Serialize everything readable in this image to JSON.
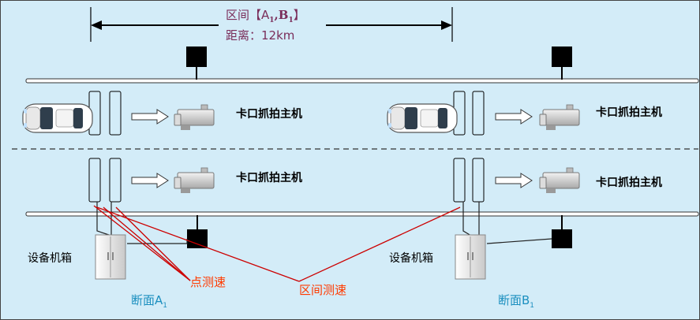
{
  "header": {
    "interval_prefix": "区间【A",
    "interval_sub_a": "1",
    "interval_sep": ",B",
    "interval_sub_b": "1",
    "interval_suffix": "】",
    "distance": "距离：12km"
  },
  "cameras": {
    "label": "卡口抓拍主机"
  },
  "equipment": {
    "label": "设备机箱"
  },
  "sections": {
    "a_text": "断面A",
    "a_sub": "1",
    "b_text": "断面B",
    "b_sub": "1"
  },
  "speed_labels": {
    "point": "点测速",
    "interval": "区间测速"
  },
  "colors": {
    "background": "#d3ecf8",
    "title": "#7a2d5a",
    "section": "#1b8fbf",
    "speed": "#ff3a00",
    "wire": "#cc0000"
  }
}
